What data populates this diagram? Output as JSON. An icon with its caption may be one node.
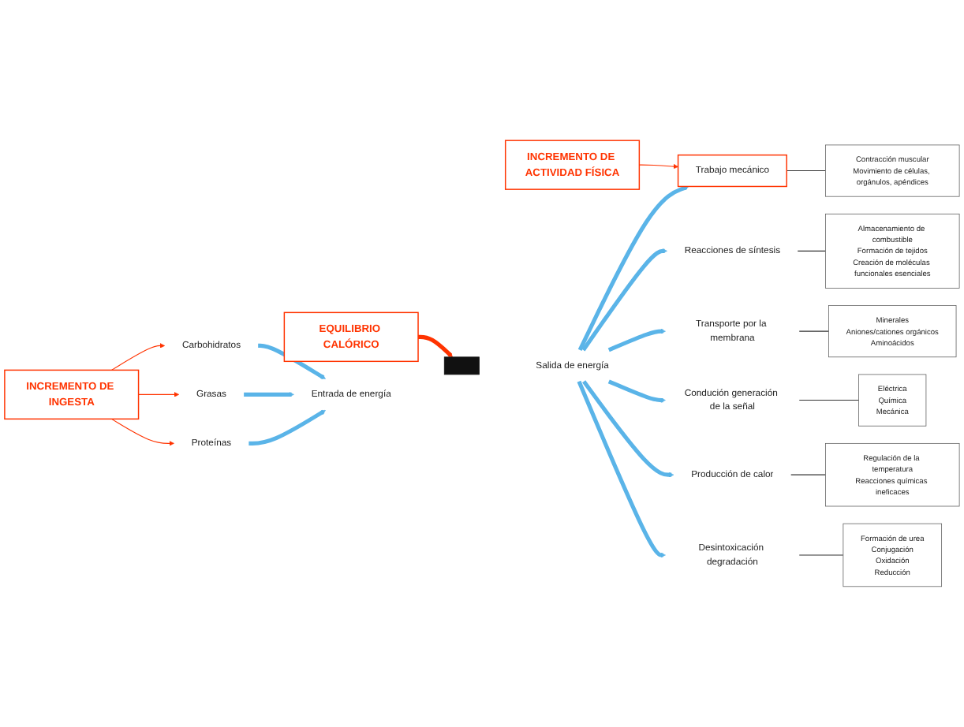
{
  "diagram": {
    "nodes": [
      {
        "text": [
          "EQUILIBRIO CALÓRICO"
        ]
      },
      {
        "text": [
          "INCREMENTO DE ACTIVIDAD FÍSICA"
        ]
      },
      {
        "text": [
          "INCREMENTO DE INGESTA"
        ]
      },
      {
        "text": [
          "Carbohidratos"
        ]
      },
      {
        "text": [
          "Grasas"
        ]
      },
      {
        "text": [
          "Proteínas"
        ]
      },
      {
        "text": [
          "Entrada de energía"
        ]
      },
      {
        "text": [],
        "shape": "bar"
      },
      {
        "text": [
          "Salida de energía"
        ]
      },
      {
        "text": [
          "Trabajo mecánico"
        ]
      },
      {
        "text": [
          "Reacciones de síntesis"
        ]
      },
      {
        "text": [
          "Transporte por la membrana"
        ]
      },
      {
        "text": [
          "Condución generación de la señal"
        ]
      },
      {
        "text": [
          "Producción de calor"
        ]
      },
      {
        "text": [
          "Desintoxicación degradación"
        ]
      },
      {
        "text": [
          "Contracción muscular",
          "Movimiento de células, orgánulos, apéndices"
        ]
      },
      {
        "text": [
          "Almacenamiento de combustible",
          "Formación de tejidos",
          "Creación de moléculas funcionales esenciales"
        ]
      },
      {
        "text": [
          "Minerales",
          "Aniones/cationes orgánicos",
          "Aminoácidos"
        ]
      },
      {
        "text": [
          "Eléctrica",
          "Química",
          "Mecánica"
        ]
      },
      {
        "text": [
          "Regulación de la temperatura",
          "Reacciones químicas ineficaces"
        ]
      },
      {
        "text": [
          "Formación de urea",
          "Conjugación",
          "Oxidación",
          "Reducción"
        ]
      }
    ],
    "edges": [
      {
        "from": 2,
        "to": 3,
        "arrow": "to",
        "color": "#ff3300"
      },
      {
        "from": 2,
        "to": 4,
        "arrow": "to",
        "color": "#ff3300"
      },
      {
        "from": 2,
        "to": 5,
        "arrow": "to",
        "color": "#ff3300"
      },
      {
        "from": 3,
        "to": 6,
        "arrow": "to",
        "style": "thick"
      },
      {
        "from": 4,
        "to": 6,
        "arrow": "to",
        "style": "thick"
      },
      {
        "from": 5,
        "to": 6,
        "arrow": "to",
        "style": "thick"
      },
      {
        "from": 0,
        "to": 7,
        "arrow": "to",
        "style": "thick",
        "color": "#ff3300"
      },
      {
        "from": 1,
        "to": 9,
        "arrow": "to",
        "color": "#ff3300"
      },
      {
        "from": 8,
        "to": 9,
        "arrow": "to",
        "style": "thick"
      },
      {
        "from": 8,
        "to": 10,
        "arrow": "to",
        "style": "thick"
      },
      {
        "from": 8,
        "to": 11,
        "arrow": "to",
        "style": "thick"
      },
      {
        "from": 8,
        "to": 12,
        "arrow": "to",
        "style": "thick"
      },
      {
        "from": 8,
        "to": 13,
        "arrow": "to",
        "style": "thick"
      },
      {
        "from": 8,
        "to": 14,
        "arrow": "to",
        "style": "thick"
      },
      {
        "from": 9,
        "to": 15,
        "arrow": "none",
        "color": "#333333"
      },
      {
        "from": 10,
        "to": 16,
        "arrow": "none",
        "color": "#333333"
      },
      {
        "from": 11,
        "to": 17,
        "arrow": "none",
        "color": "#333333"
      },
      {
        "from": 12,
        "to": 18,
        "arrow": "none",
        "color": "#333333"
      },
      {
        "from": 13,
        "to": 19,
        "arrow": "none",
        "color": "#333333"
      },
      {
        "from": 14,
        "to": 20,
        "arrow": "none",
        "color": "#333333"
      }
    ]
  }
}
